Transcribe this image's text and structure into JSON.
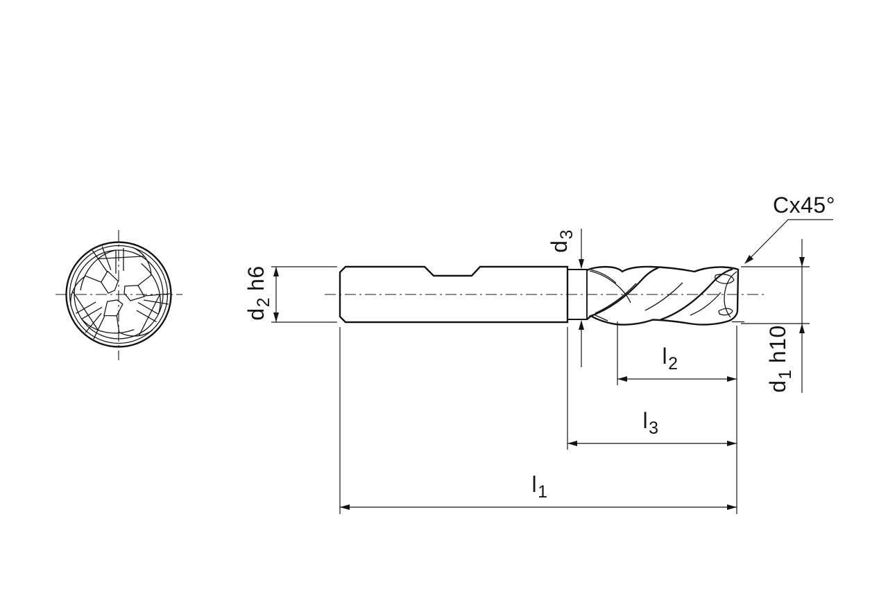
{
  "drawing": {
    "title": "end-mill-technical-drawing",
    "colors": {
      "line": "#141414",
      "background": "#ffffff"
    },
    "labels": {
      "chamfer": "Cx45°",
      "d2": {
        "base": "d",
        "sub": "2",
        "suffix": "h6"
      },
      "d3": {
        "base": "d",
        "sub": "3",
        "suffix": ""
      },
      "d1": {
        "base": "d",
        "sub": "1",
        "suffix": "h10"
      },
      "l1": {
        "base": "l",
        "sub": "1"
      },
      "l2": {
        "base": "l",
        "sub": "2"
      },
      "l3": {
        "base": "l",
        "sub": "3"
      }
    }
  }
}
